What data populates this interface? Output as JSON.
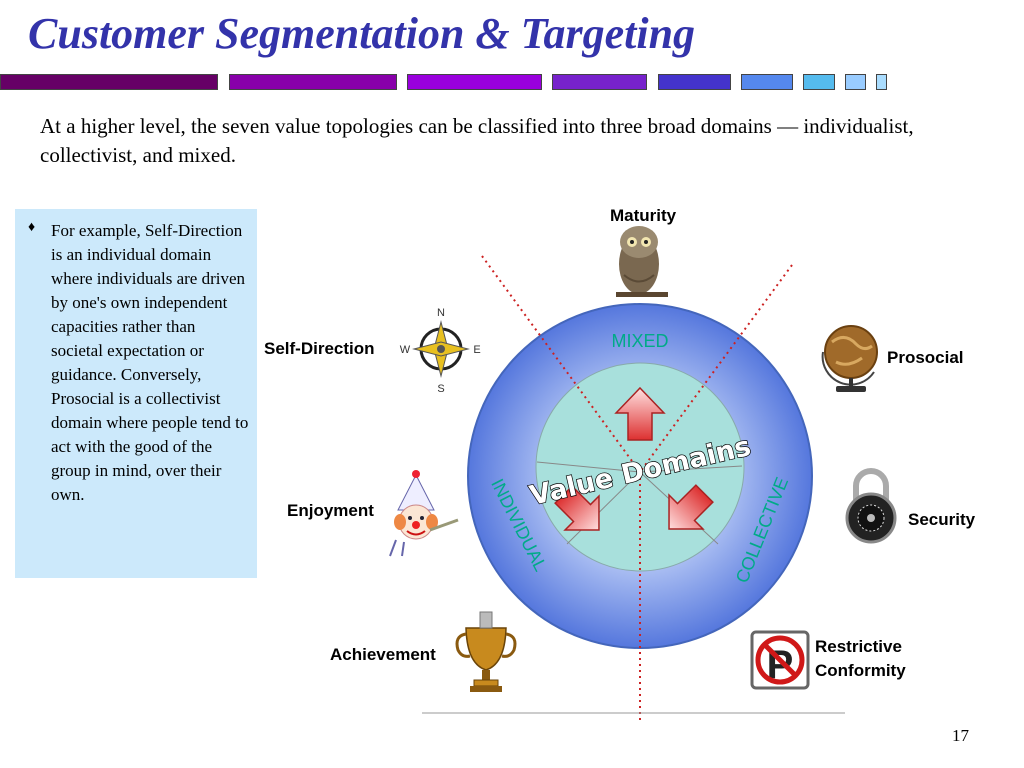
{
  "slide": {
    "title": "Customer Segmentation & Targeting",
    "intro": "At a higher level, the seven value topologies can be classified into three broad domains — individualist, collectivist, and mixed.",
    "note_bullet": "♦",
    "note": "For example, Self-Direction is an individual domain where individuals are driven by one's own independent capacities rather than societal expectation or guidance.  Conversely, Prosocial is a collectivist domain where people tend to act with the good of the group in mind, over their own.",
    "page_number": "17"
  },
  "header_bars": {
    "colors": [
      "#660066",
      "#8800aa",
      "#9900dd",
      "#7722cc",
      "#4433cc",
      "#3366dd",
      "#55aaee",
      "#88ccff",
      "#66ccff"
    ]
  },
  "diagram": {
    "center_title": "Value Domains",
    "domains": {
      "mixed": "MIXED",
      "individual": "INDIVIDUAL",
      "collective": "COLLECTIVE"
    },
    "values": {
      "maturity": "Maturity",
      "self_direction": "Self-Direction",
      "prosocial": "Prosocial",
      "enjoyment": "Enjoyment",
      "security": "Security",
      "achievement": "Achievement",
      "restrictive_line1": "Restrictive",
      "restrictive_line2": "Conformity"
    },
    "compass": {
      "n": "N",
      "s": "S",
      "e": "E",
      "w": "W"
    },
    "colors": {
      "outer_circle": "#5577dd",
      "inner_circle": "#a8e0dc",
      "domain_text": "#00aa88",
      "arrow_fill": "#e04040",
      "dotted_line": "#cc2222"
    }
  }
}
